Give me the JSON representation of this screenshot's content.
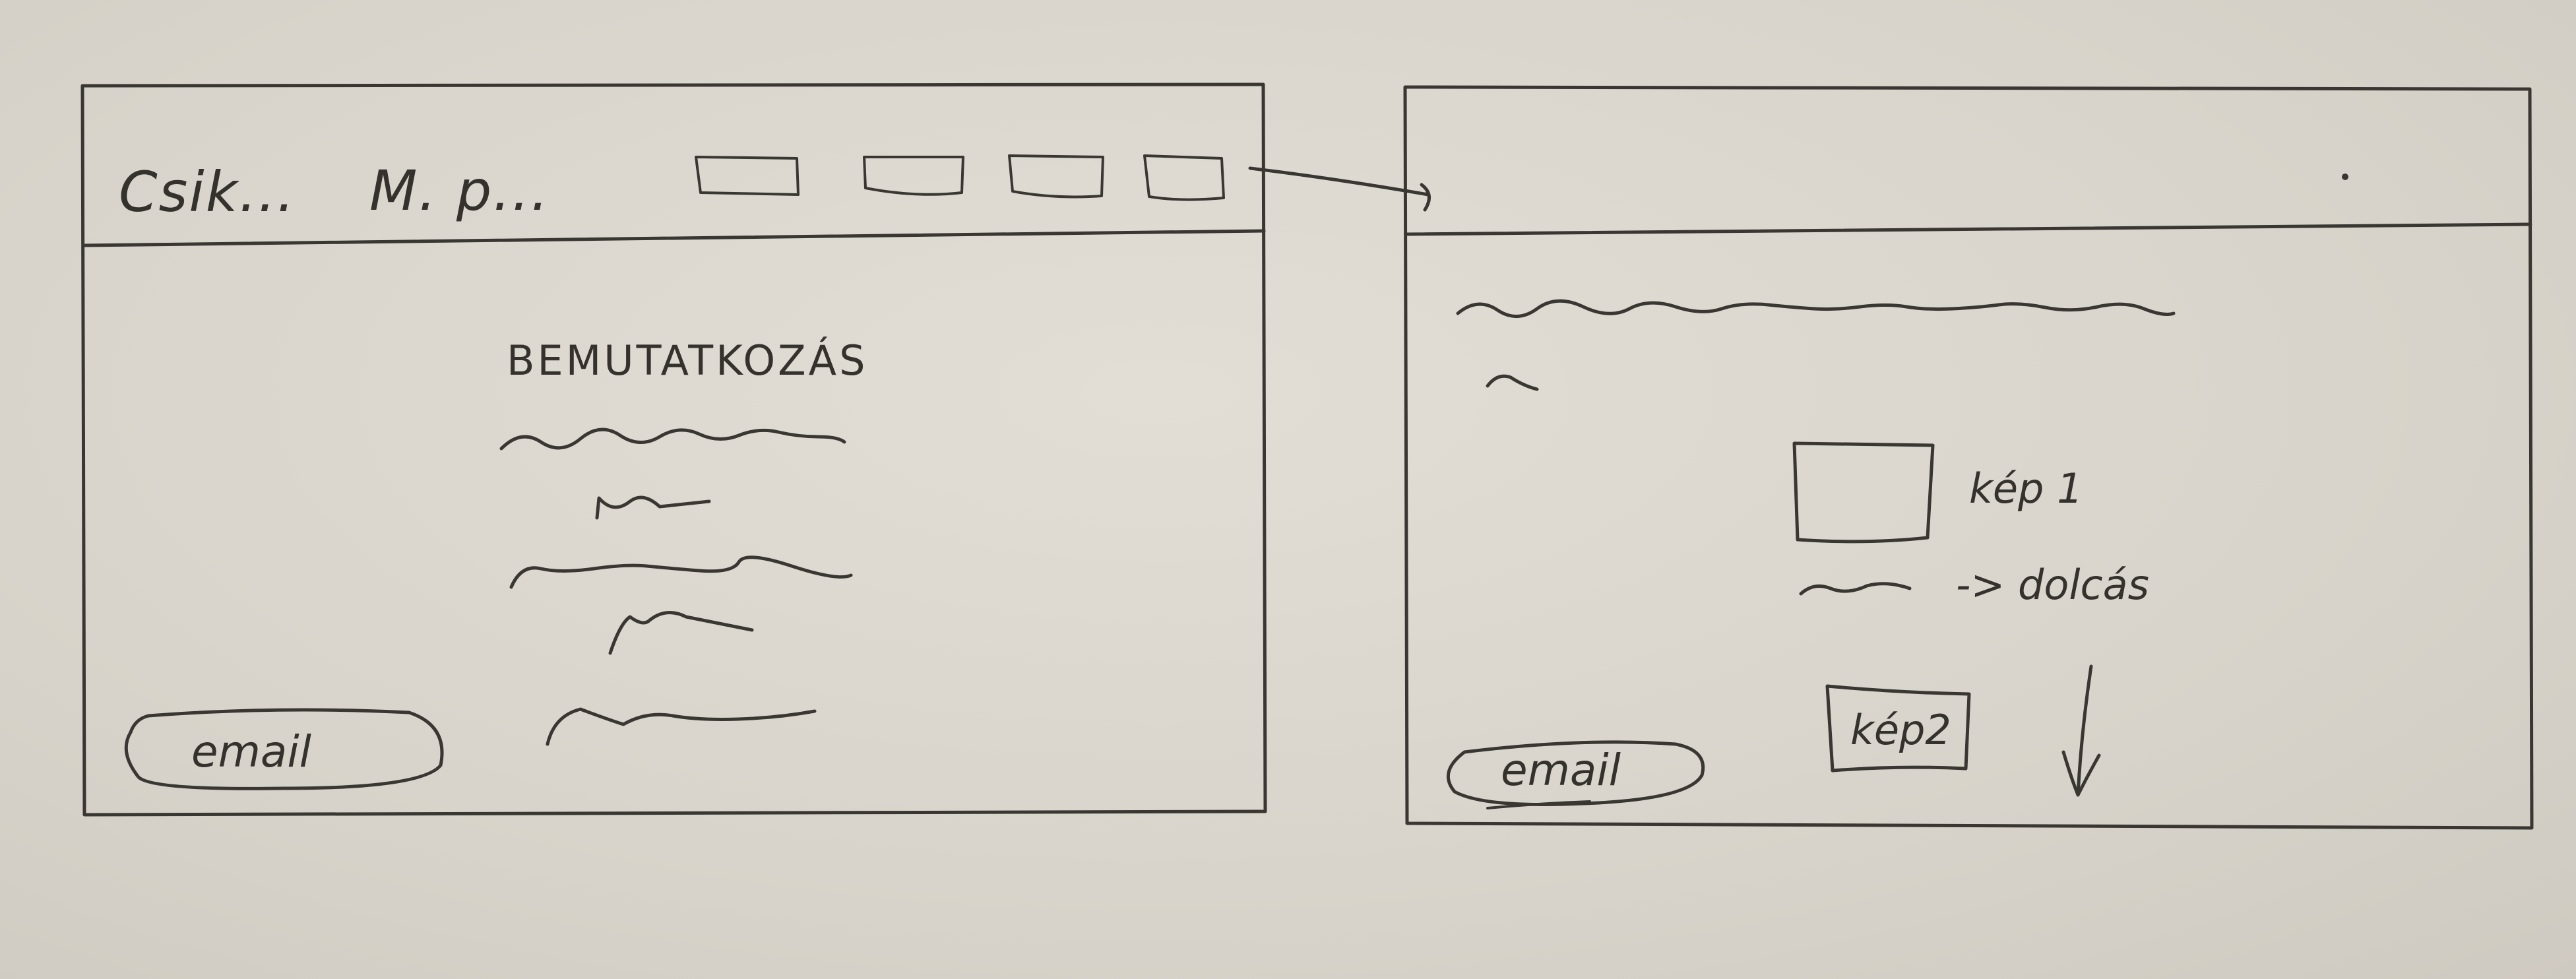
{
  "left_screen": {
    "header": {
      "logo_text": "Csik...",
      "menu_text": "M. p...",
      "nav_buttons": [
        "",
        "",
        "",
        ""
      ]
    },
    "main": {
      "title": "BEMUTATKOZÁS"
    },
    "email_button_label": "email"
  },
  "right_screen": {
    "image1_label": "kép 1",
    "description_label": "-> dolcás",
    "image2_label": "kép2",
    "email_button_label": "email"
  }
}
